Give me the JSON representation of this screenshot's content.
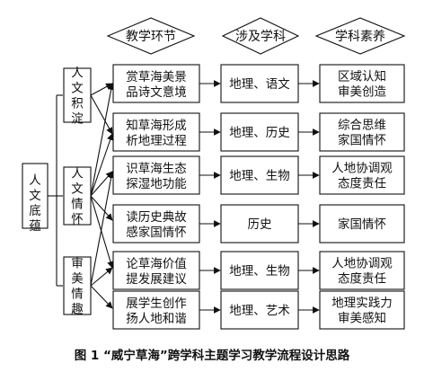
{
  "headers": {
    "stage": "教学环节",
    "subject": "涉及学科",
    "literacy": "学科素养"
  },
  "root": "人文底蕴",
  "groups": [
    {
      "label": "人文积淀"
    },
    {
      "label": "人文情怀"
    },
    {
      "label": "审美情趣"
    }
  ],
  "rows": [
    {
      "stage": [
        "赏草海美景",
        "品诗文意境"
      ],
      "subject": "地理、语文",
      "literacy": [
        "区域认知",
        "审美创造"
      ]
    },
    {
      "stage": [
        "知草海形成",
        "析地理过程"
      ],
      "subject": "地理、历史",
      "literacy": [
        "综合思维",
        "家国情怀"
      ]
    },
    {
      "stage": [
        "识草海生态",
        "探湿地功能"
      ],
      "subject": "地理、生物",
      "literacy": [
        "人地协调观",
        "态度责任"
      ]
    },
    {
      "stage": [
        "读历史典故",
        "感家国情怀"
      ],
      "subject": "历史",
      "literacy": [
        "家国情怀"
      ]
    },
    {
      "stage": [
        "论草海价值",
        "提发展建议"
      ],
      "subject": "地理、生物",
      "literacy": [
        "人地协调观",
        "态度责任"
      ]
    },
    {
      "stage": [
        "展学生创作",
        "扬人地和谐"
      ],
      "subject": "地理、艺术",
      "literacy": [
        "地理实践力",
        "审美感知"
      ]
    }
  ],
  "caption": "图 1 “威宁草海”跨学科主题学习教学流程设计思路"
}
